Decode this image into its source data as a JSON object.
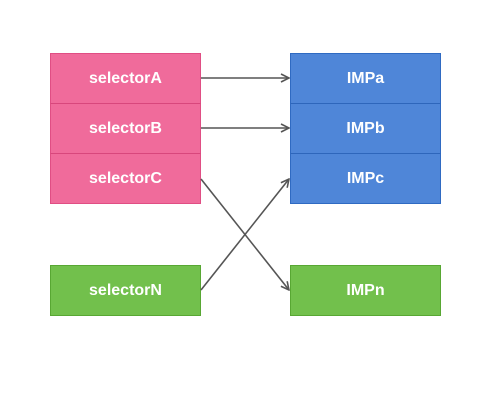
{
  "diagram": {
    "selectors": [
      {
        "label": "selectorA"
      },
      {
        "label": "selectorB"
      },
      {
        "label": "selectorC"
      },
      {
        "label": "selectorN"
      }
    ],
    "imps": [
      {
        "label": "IMPa"
      },
      {
        "label": "IMPb"
      },
      {
        "label": "IMPc"
      },
      {
        "label": "IMPn"
      }
    ],
    "colors": {
      "selector_fill": "#f06b9b",
      "imp_fill": "#4f86d8",
      "extra_fill": "#72c04c",
      "arrow": "#555555"
    }
  }
}
